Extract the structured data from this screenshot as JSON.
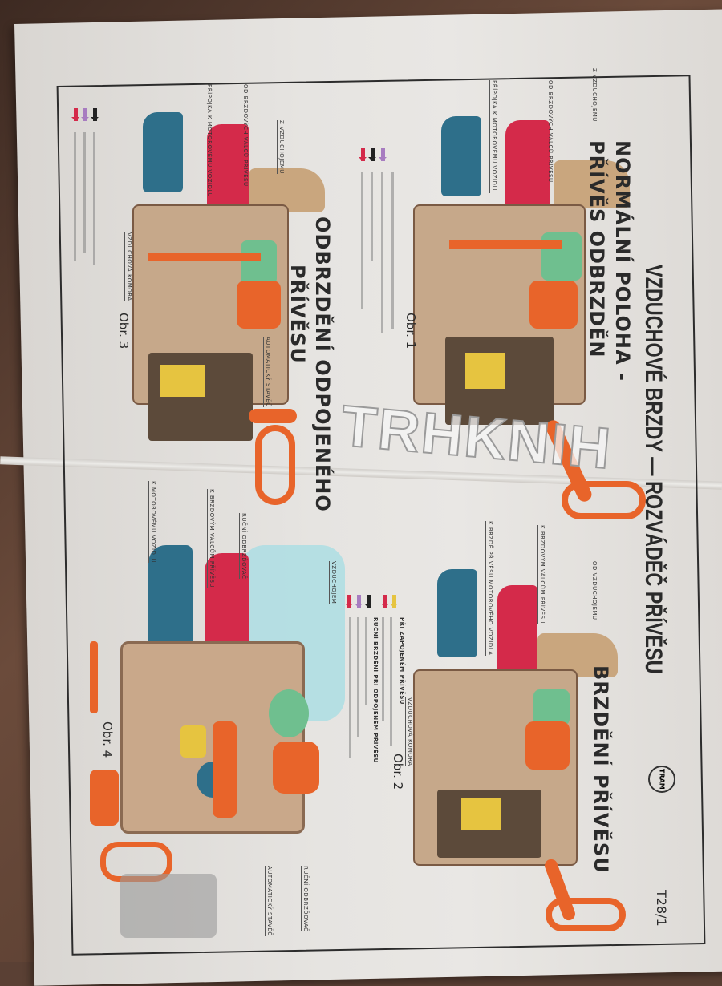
{
  "title": "VZDUCHOVÉ BRZDY — ROZVÁDĚČ PŘÍVĚSU",
  "logo_text": "TRAM",
  "sheet_code": "T28/1",
  "watermark": "TRHKNIH",
  "fig1": {
    "caption": "Obr. 1",
    "heading_1": "NORMÁLNÍ POLOHA -",
    "heading_2": "PŘÍVĚS ODBRZDĚN",
    "labels": [
      "Z VZDUCHOJEMU",
      "OD BRZDOVÝCH VÁLCŮ PŘÍVĚSU",
      "PŘÍPOJKA K MOTOROVÉMU VOZIDLU",
      "K BRZDOVÝM VÁLCŮM PŘÍVĚSU",
      "K BRZDĚ PŘÍVĚSU MOTOROVÉHO VOZIDLA"
    ]
  },
  "fig2": {
    "caption": "Obr. 2",
    "heading": "BRZDĚNÍ PŘÍVĚSU",
    "labels": [
      "OD VZDUCHOJEMU",
      "VZDUCHOVÁ KOMORA"
    ],
    "legend_heading_1": "PŘI ZAPOJENÉM PŘÍVĚSU",
    "legend_heading_2": "RUČNÍ BRZDĚNÍ PŘI ODPOJENÉM PŘÍVĚSU"
  },
  "fig3": {
    "caption": "Obr. 3",
    "heading_1": "ODBRZDĚNÍ ODPOJENÉHO",
    "heading_2": "PŘÍVĚSU",
    "labels": [
      "Z VZDUCHOJEMU",
      "OD BRZDOVÝCH VÁLCŮ PŘÍVĚSU",
      "PŘÍPOJKA K MOTOROVÉMU VOZIDLU",
      "AUTOMATICKÝ STAVĚČ",
      "VZDUCHOVÁ KOMORA",
      "RUČNÍ ODBRZĎOVAČ",
      "K BRZDOVÝM VÁLCŮM PŘÍVĚSU",
      "K MOTOROVÉMU VOZIDLU"
    ]
  },
  "fig4": {
    "caption": "Obr. 4",
    "labels": [
      "VZDUCHOJEM",
      "RUČNÍ ODBRZĎOVAČ",
      "AUTOMATICKÝ STAVĚČ"
    ]
  },
  "colors": {
    "red": "#d42a4a",
    "blue": "#2e6f8a",
    "orange": "#e8642a",
    "green": "#6fbf8f",
    "beige": "#c9a67e",
    "black": "#222222",
    "purple": "#a77cc0",
    "yellow": "#e6c440"
  }
}
